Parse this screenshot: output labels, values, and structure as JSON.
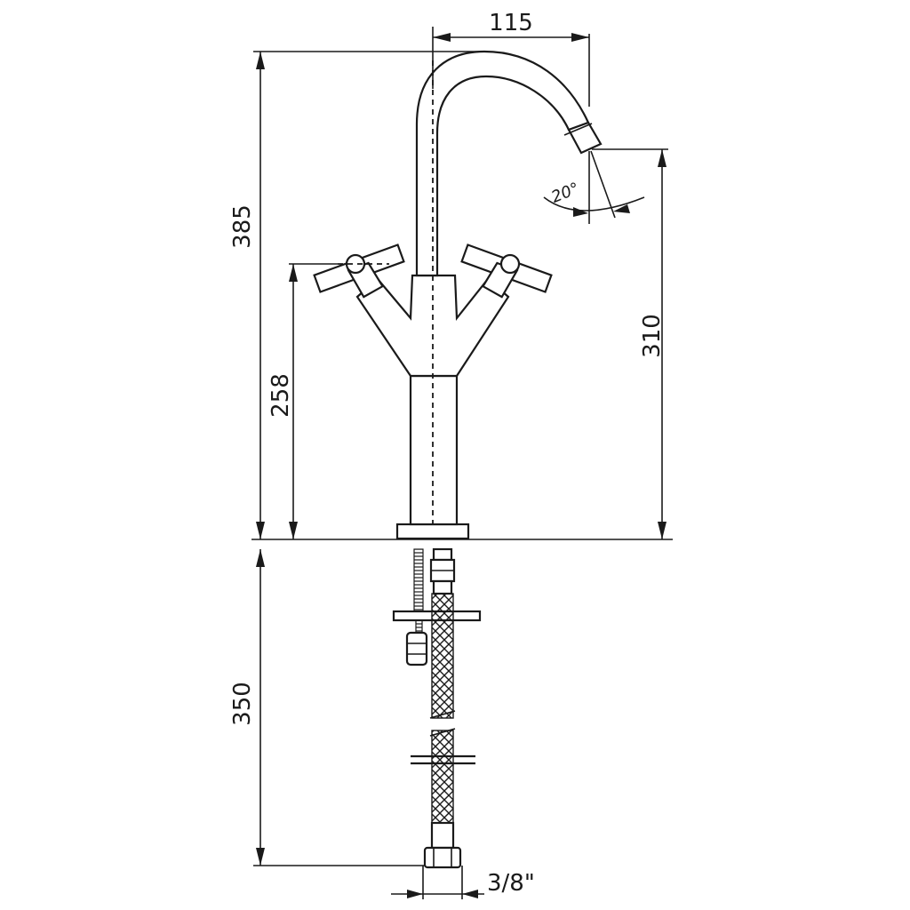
{
  "dimensions": {
    "spout_reach": "115",
    "total_height": "385",
    "handle_height": "258",
    "spout_height": "310",
    "hose_length": "350",
    "connector_size": "3/8\"",
    "swivel_angle": "20°"
  }
}
